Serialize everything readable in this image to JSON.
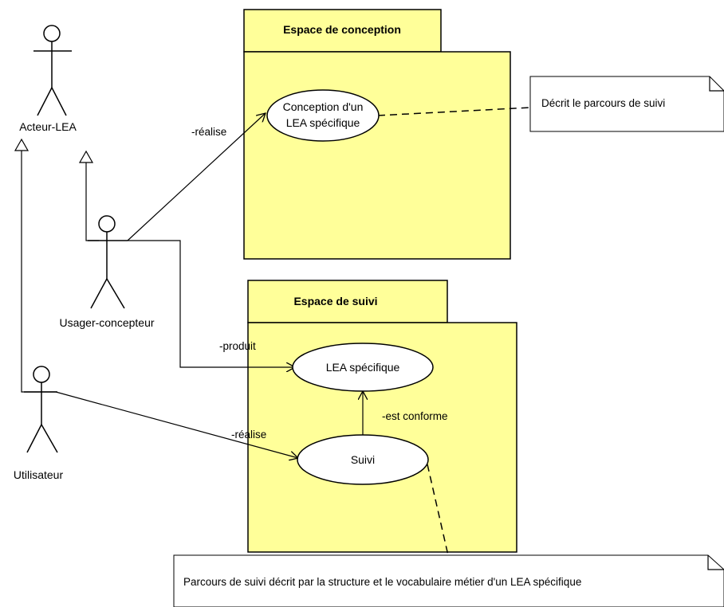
{
  "packages": {
    "conception": {
      "title": "Espace de conception"
    },
    "suivi": {
      "title": "Espace de suivi"
    }
  },
  "use_cases": {
    "conception_lea": {
      "line1": "Conception d'un",
      "line2": "LEA spécifique"
    },
    "lea_specifique": {
      "label": "LEA spécifique"
    },
    "suivi": {
      "label": "Suivi"
    }
  },
  "actors": {
    "acteur_lea": {
      "label": "Acteur-LEA"
    },
    "usager_concepteur": {
      "label": "Usager-concepteur"
    },
    "utilisateur": {
      "label": "Utilisateur"
    }
  },
  "relations": {
    "realise_1": "-réalise",
    "produit": "-produit",
    "realise_2": "-réalise",
    "est_conforme": "-est conforme"
  },
  "notes": {
    "parcours": "Décrit le parcours de suivi",
    "structure": "Parcours de suivi décrit par la structure et le vocabulaire métier d'un LEA spécifique"
  },
  "colors": {
    "package_fill": "#ffff99",
    "line": "#000000",
    "background": "#ffffff"
  }
}
